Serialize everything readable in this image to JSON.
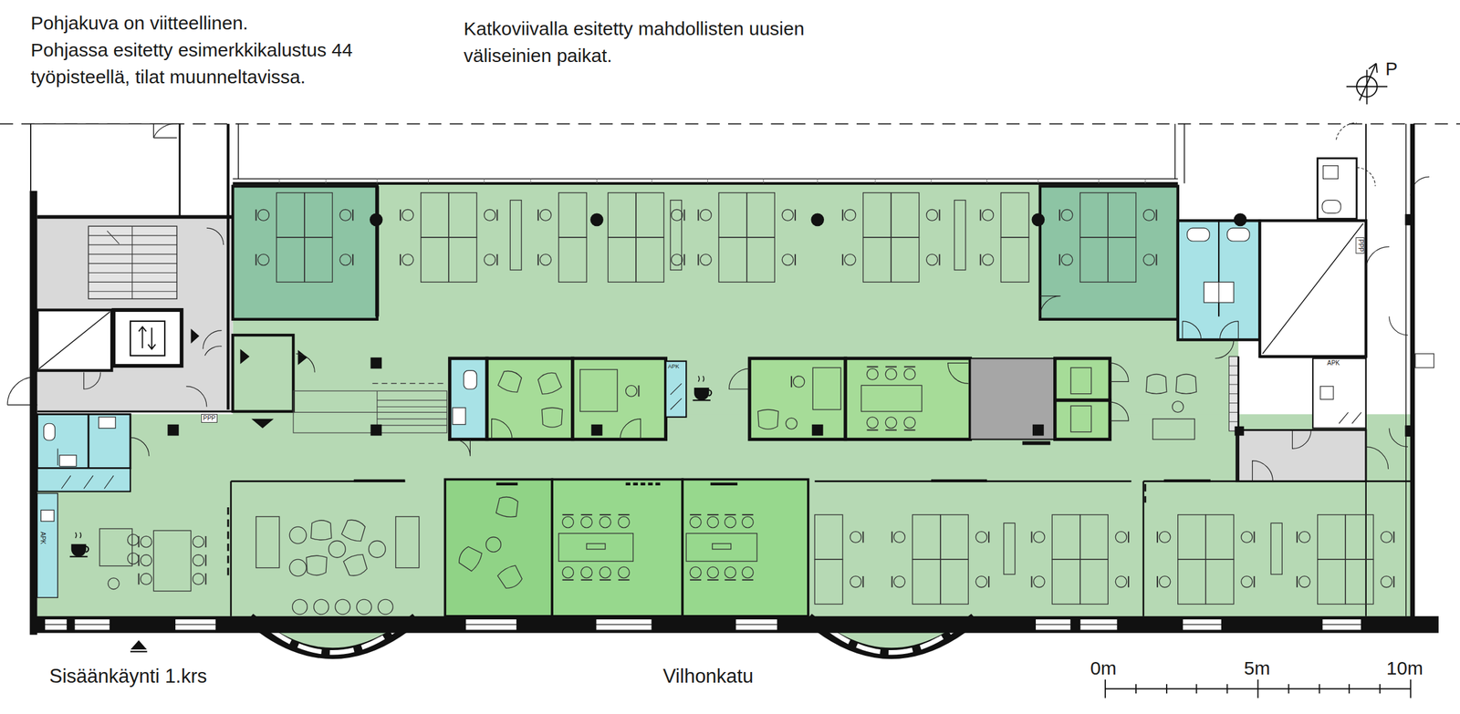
{
  "diagram": {
    "labels": [
      "Pohjakuva on viitteellinen.",
      "Pohjassa esitetty esimerkkikalustus 44 työpisteellä, tilat muunneltavissa.",
      "Katkoviivalla esitetty mahdollisten uusien väliseinien paikat.",
      "P",
      "PPP",
      "PPP",
      "APK",
      "APK",
      "APK",
      "Sisäänkäynti 1.krs",
      "Vilhonkatu",
      "0m",
      "5m",
      "10m"
    ]
  }
}
